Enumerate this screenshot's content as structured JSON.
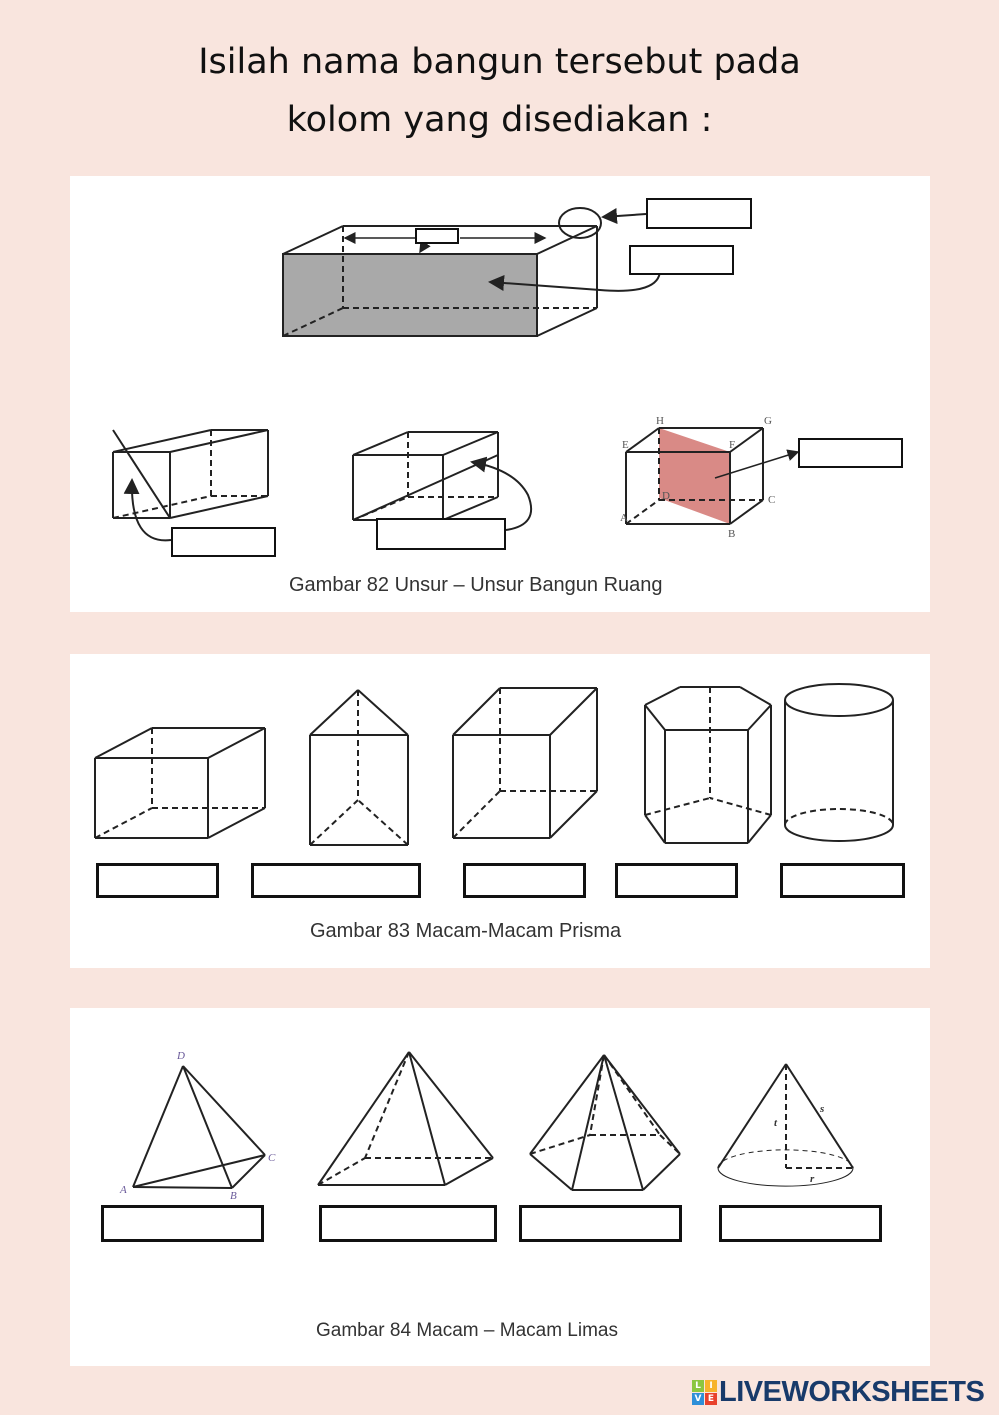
{
  "title": {
    "line1": "Isilah nama bangun tersebut pada",
    "line2": "kolom yang disediakan :"
  },
  "figures": [
    {
      "caption": "Gambar 82 Unsur – Unsur Bangun Ruang",
      "vertex_labels": [
        "A",
        "B",
        "C",
        "D",
        "E",
        "F",
        "G",
        "H"
      ]
    },
    {
      "caption": "Gambar 83 Macam-Macam Prisma"
    },
    {
      "caption": "Gambar 84 Macam – Macam Limas",
      "pyramid_labels": [
        "A",
        "B",
        "C",
        "D"
      ],
      "cone_labels": [
        "t",
        "s",
        "r"
      ]
    }
  ],
  "answers": {
    "fig82": [
      "",
      "",
      "",
      "",
      "",
      ""
    ],
    "fig83": [
      "",
      "",
      "",
      "",
      ""
    ],
    "fig84": [
      "",
      "",
      "",
      ""
    ]
  },
  "logo": {
    "text": "LIVEWORKSHEETS",
    "badge": [
      "L",
      "I",
      "V",
      "E"
    ]
  },
  "colors": {
    "background": "#f9e5de",
    "shaded_face": "#d98a86",
    "logo": "#183a6a"
  }
}
